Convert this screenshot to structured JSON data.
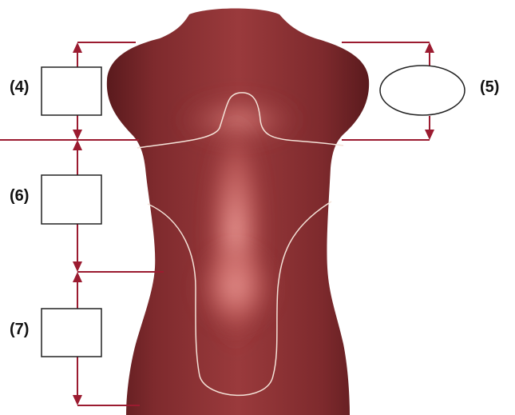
{
  "labels": {
    "label_4": "(4)",
    "label_5": "(5)",
    "label_6": "(6)",
    "label_7": "(7)"
  },
  "colors": {
    "body_dark": "#6e2326",
    "body_mid": "#8f3336",
    "back_highlight": "#e58a86",
    "contour_line": "#f4e2d8",
    "dimension_line": "#9b1b30",
    "box_stroke": "#222222",
    "box_fill": "#ffffff"
  },
  "icons": [
    "torso-figure",
    "dimension-arrow",
    "empty-box",
    "empty-ellipse"
  ]
}
